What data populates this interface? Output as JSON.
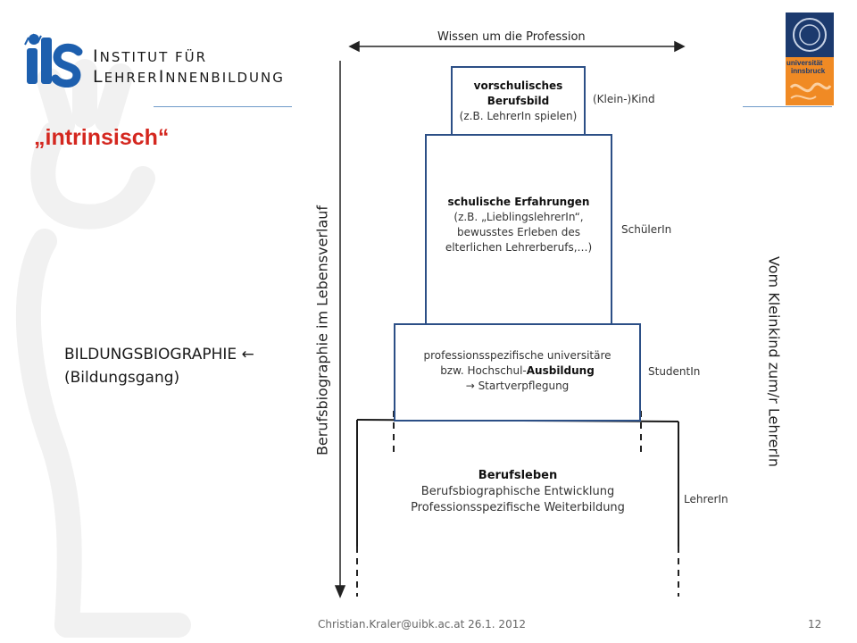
{
  "header": {
    "logo_text": "ils",
    "institute_line1_cap": "I",
    "institute_line1_rest": "NSTITUT FÜR",
    "institute_line2_cap": "L",
    "institute_line2_rest": "EHRER",
    "institute_line2_cap2": "I",
    "institute_line2_rest2": "NNENBILDUNG",
    "uni_logo_text_1": "universität",
    "uni_logo_text_2": "innsbruck"
  },
  "slide": {
    "title": "„intrinsisch“",
    "left_label_line1": "BILDUNGSBIOGRAPHIE ",
    "left_label_arrow": "←",
    "left_label_line2": "(Bildungsgang)"
  },
  "diagram": {
    "top_arrow_label": "Wissen um die Profession",
    "vertical_left_label": "Berufsbiographie im Lebensverlauf",
    "vertical_right_label": "Vom Kleinkind zum/r LehrerIn",
    "levels": [
      {
        "title": "vorschulisches",
        "title2": "Berufsbild",
        "text": "(z.B. LehrerIn spielen)",
        "side": "(Klein-)Kind"
      },
      {
        "title": "schulische Erfahrungen",
        "line1": "(z.B. „LieblingslehrerIn“,",
        "line2": "bewusstes Erleben des",
        "line3": "elterlichen Lehrerberufs,…)",
        "side": "SchülerIn"
      },
      {
        "line1": "professionsspezifische universitäre",
        "line2a": "bzw. Hochschul-",
        "line2b": "Ausbildung",
        "arrow": "→",
        "line3": " Startverpflegung",
        "side": "StudentIn"
      },
      {
        "title": "Berufsleben",
        "line1": "Berufsbiographische Entwicklung",
        "line2": "Professionsspezifische Weiterbildung",
        "side": "LehrerIn"
      }
    ]
  },
  "footer": {
    "contact": "Christian.Kraler@uibk.ac.at  26.1. 2012",
    "page_number": "12"
  },
  "colors": {
    "accent_red": "#d4271f",
    "box_border": "#2c4f86",
    "rule_blue": "#6f9ac8",
    "uni_orange": "#f08a24",
    "uni_navy": "#1c3a6e"
  }
}
